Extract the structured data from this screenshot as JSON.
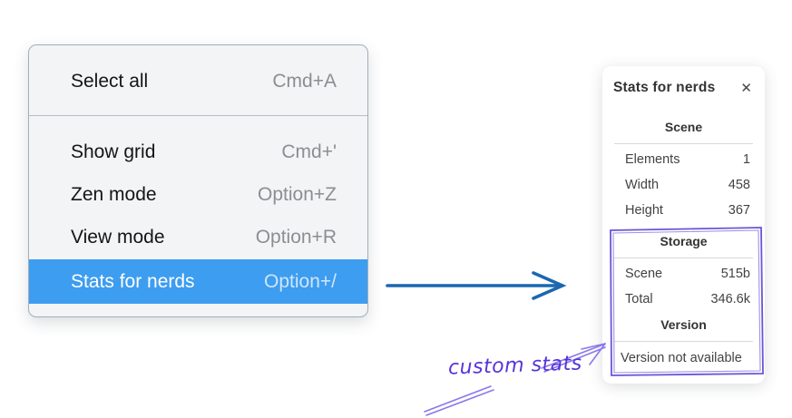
{
  "colors": {
    "menu_background": "#f3f4f5",
    "menu_border": "#a3adba",
    "menu_highlight": "#3d9df0",
    "menu_shortcut_gray": "#8d8d92",
    "blue_arrow": "#1c67b0",
    "annotation_purple": "#6c54d8",
    "annotation_text_purple": "#5634d9",
    "panel_text": "#3d3d3d"
  },
  "context_menu": {
    "groups": [
      {
        "items": [
          {
            "label": "Select all",
            "shortcut": "Cmd+A",
            "highlighted": false
          }
        ]
      },
      {
        "items": [
          {
            "label": "Show grid",
            "shortcut": "Cmd+'",
            "highlighted": false
          },
          {
            "label": "Zen mode",
            "shortcut": "Option+Z",
            "highlighted": false
          },
          {
            "label": "View mode",
            "shortcut": "Option+R",
            "highlighted": false
          },
          {
            "label": "Stats for nerds",
            "shortcut": "Option+/",
            "highlighted": true
          }
        ]
      }
    ]
  },
  "stats_panel": {
    "title": "Stats for nerds",
    "close_icon": "✕",
    "sections": [
      {
        "heading": "Scene",
        "rows": [
          {
            "label": "Elements",
            "value": "1"
          },
          {
            "label": "Width",
            "value": "458"
          },
          {
            "label": "Height",
            "value": "367"
          }
        ]
      },
      {
        "heading": "Storage",
        "rows": [
          {
            "label": "Scene",
            "value": "515b"
          },
          {
            "label": "Total",
            "value": "346.6k"
          }
        ]
      },
      {
        "heading": "Version",
        "note": "Version not available"
      }
    ]
  },
  "annotation": {
    "label": "custom stats"
  }
}
